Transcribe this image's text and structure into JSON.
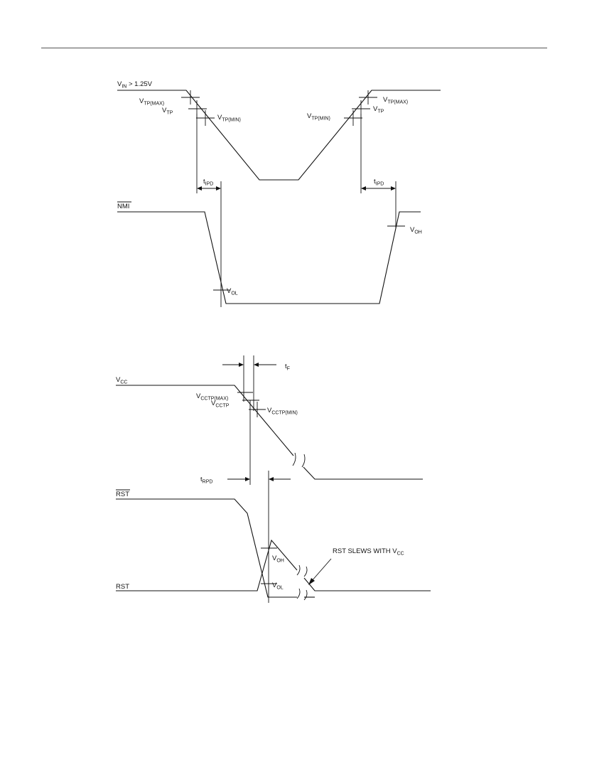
{
  "diagram1": {
    "vin_label": {
      "main": "V",
      "sub": "IN",
      "tail": " > 1.25V"
    },
    "vtp_max_left": {
      "main": "V",
      "sub": "TP(MAX)"
    },
    "vtp_left": {
      "main": "V",
      "sub": "TP"
    },
    "vtp_min_left": {
      "main": "V",
      "sub": "TP(MIN)"
    },
    "vtp_min_right": {
      "main": "V",
      "sub": "TP(MIN)"
    },
    "vtp_max_right": {
      "main": "V",
      "sub": "TP(MAX)"
    },
    "vtp_right": {
      "main": "V",
      "sub": "TP"
    },
    "tipd_left": {
      "main": "t",
      "sub": "IPD"
    },
    "tipd_right": {
      "main": "t",
      "sub": "IPD"
    },
    "nmi_label": "NMI",
    "voh": {
      "main": "V",
      "sub": "OH"
    },
    "vol": {
      "main": "V",
      "sub": "OL"
    }
  },
  "diagram2": {
    "vcc_label": {
      "main": "V",
      "sub": "CC"
    },
    "tf": {
      "main": "t",
      "sub": "F"
    },
    "vcctp_max": {
      "main": "V",
      "sub": "CCTP(MAX)"
    },
    "vcctp": {
      "main": "V",
      "sub": "CCTP"
    },
    "vcctp_min": {
      "main": "V",
      "sub": "CCTP(MIN)"
    },
    "trpd": {
      "main": "t",
      "sub": "RPD"
    },
    "rst_bar_label": "RST",
    "rst_label": "RST",
    "voh": {
      "main": "V",
      "sub": "OH"
    },
    "vol": {
      "main": "V",
      "sub": "OL"
    },
    "slew_note": {
      "main": "RST SLEWS WITH V",
      "sub": "CC"
    }
  }
}
